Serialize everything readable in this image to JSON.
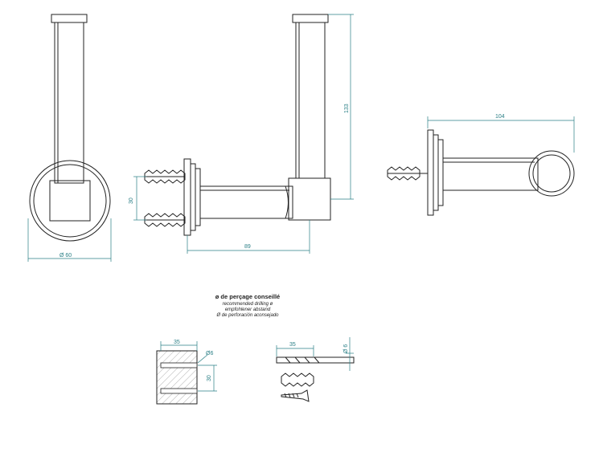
{
  "dimensions": {
    "diameter_label": "Ø 60",
    "height_133": "133",
    "projection_89": "89",
    "spacing_30": "30",
    "projection_104": "104",
    "drill_depth_35_a": "35",
    "drill_diam_a": "Ø6",
    "drill_spacing_30": "30",
    "drill_depth_35_b": "35",
    "drill_diam_b": "Ø 6"
  },
  "note": {
    "title": "ø de perçage conseillé",
    "line_en": "recommended drilling ø",
    "line_de": "empfohlener abstand",
    "line_es": "Ø de perforación aconsejado"
  },
  "colors": {
    "line": "#222222",
    "dimension": "#2a7f86",
    "hatch": "#9a9a9a"
  }
}
